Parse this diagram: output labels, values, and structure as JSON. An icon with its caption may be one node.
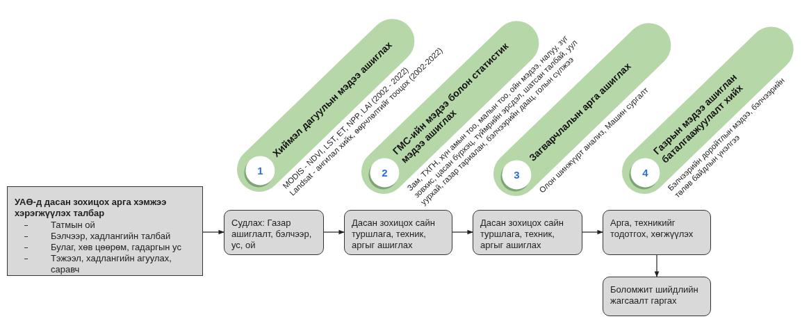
{
  "diagram": {
    "nodes": [
      {
        "text": [
          "Хиймэл дагуулын мэдээ ашиглах"
        ],
        "beside": [
          "MODIS - NDVI, LST, ET,  NPP, LAI (2002 - 2022)",
          "Landsat - ангилал хийх, өөрчлөлтийг тооцох (2002-2022)"
        ]
      },
      {
        "text": [
          "1"
        ],
        "in": 0
      },
      {
        "text": [
          "ГМС-ийн мэдээ болон статистик мэдээ ашиглах"
        ],
        "beside": [
          "Зам, ТХГН, хүн амын тоо, малын тоо, ойн мэдээ, налуу, зүг зовхис, цасан бүрхэц, түймрийн эрсдэл, шатсан талбай, уул уурхай, газар тариалан, бэлчээрийн даац, голын сүлжээ"
        ]
      },
      {
        "text": [
          "2"
        ],
        "in": 2
      },
      {
        "text": [
          "Загварчлалын арга ашиглах"
        ],
        "beside": [
          "Олон шинжүүрт анализ, Машин сургалт"
        ]
      },
      {
        "text": [
          "3"
        ],
        "in": 4
      },
      {
        "text": [
          "Газрын мэдээ ашиглан баталгаажуулалт хийх"
        ],
        "beside": [
          "Бэлчээрийн доройтлын мэдээ, бэлчээрийн төлөв байдлын үнэлгээ"
        ]
      },
      {
        "text": [
          "4"
        ],
        "in": 6
      },
      {
        "text": [
          "УАӨ-д дасан зохицох арга хэмжээ хэрэгжүүлэх талбар",
          "Татмын ой",
          "Бэлчээр, хадлангийн талбай",
          "Булаг, хөв цөөрөм, гадаргын ус",
          "Тэжээл, хадлангийн агуулах, саравч"
        ]
      },
      {
        "text": [
          "Судлах: Газар ашиглалт, бэлчээр, ус, ой"
        ]
      },
      {
        "text": [
          "Дасан зохицох сайн туршлага, техник, аргыг ашиглах"
        ]
      },
      {
        "text": [
          "Дасан зохицох сайн туршлага, техник, аргыг ашиглах"
        ]
      },
      {
        "text": [
          "Арга, техникийг тодотгох, хөгжүүлэх"
        ]
      },
      {
        "text": [
          "Боломжит шийдлийн жагсаалт гаргах"
        ]
      }
    ],
    "edges": [
      {
        "from": 8,
        "to": 9,
        "arrow": "to"
      },
      {
        "from": 9,
        "to": 10,
        "arrow": "to"
      },
      {
        "from": 10,
        "to": 11,
        "arrow": "to"
      },
      {
        "from": 11,
        "to": 12,
        "arrow": "to"
      },
      {
        "from": 12,
        "to": 13,
        "arrow": "to"
      }
    ]
  }
}
